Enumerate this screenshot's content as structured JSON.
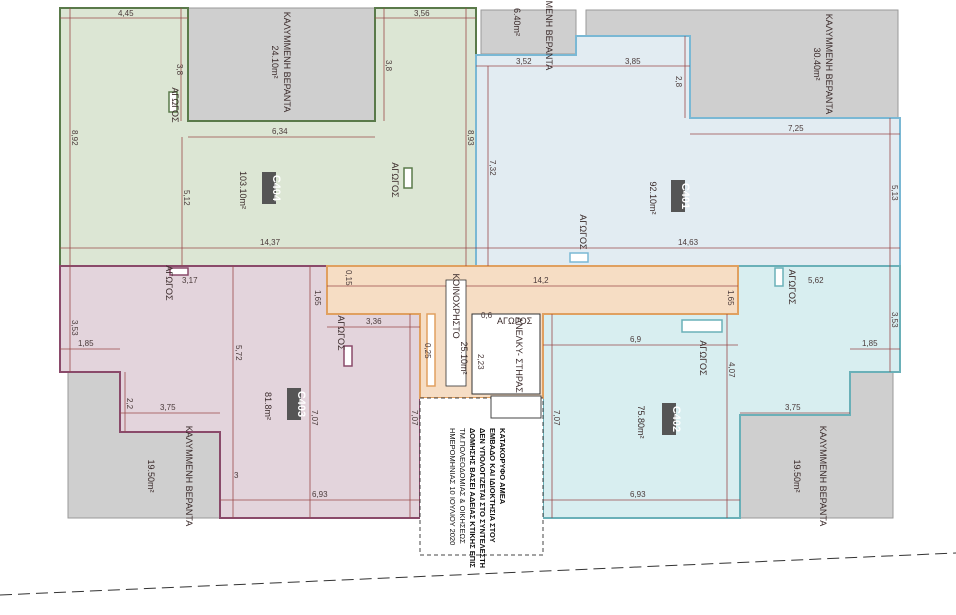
{
  "colors": {
    "veranda_fill": "#cfcfcf",
    "c404_fill": "#dce6d4",
    "c404_stroke": "#5a7a4a",
    "c401_fill": "#e2ecf2",
    "c401_stroke": "#7ab8d4",
    "c403_fill": "#e3d4dc",
    "c403_stroke": "#8a4a6a",
    "c402_fill": "#d8eef0",
    "c402_stroke": "#6ab0b8",
    "common_fill": "#f6ddc4",
    "common_stroke": "#e0a060",
    "dim_line": "#9a4a4a",
    "code_badge": "#555555"
  },
  "units": {
    "c404": {
      "code": "C404",
      "area": "103.10m²"
    },
    "c401": {
      "code": "C401",
      "area": "92.10m²"
    },
    "c403": {
      "code": "C403",
      "area": "81.8m²"
    },
    "c402": {
      "code": "C402",
      "area": "75.80m²"
    }
  },
  "verandas": {
    "nw": {
      "title": "ΚΑΛΥΜΜΕΝΗ ΒΕΡΑΝΤΑ",
      "area": "24.10m²"
    },
    "n_small": {
      "title": "ΚΑΛΥΜΜΕΝΗ ΒΕΡΑΝΤΑ",
      "area": "6.40m²"
    },
    "ne": {
      "title": "ΚΑΛΥΜΜΕΝΗ ΒΕΡΑΝΤΑ",
      "area": "30.40m²"
    },
    "sw": {
      "title": "ΚΑΛΥΜΜΕΝΗ ΒΕΡΑΝΤΑ",
      "area": "19.50m²"
    },
    "se": {
      "title": "ΚΑΛΥΜΜΕΝΗ ΒΕΡΑΝΤΑ",
      "area": "19.50m²"
    }
  },
  "common": {
    "title": "ΚΟΙΝΟΧΡΗΣΤΟ",
    "area": "25.10m²"
  },
  "shafts": {
    "label": "ΑΓΩΓΟΣ"
  },
  "elevator": {
    "label": "ΑΝΕΛΚΥ- ΣΤΗΡΑΣ"
  },
  "stair_note": {
    "line1": "ΚΑΤΑΚΟΡΥΦΟ ΑΜΕΑ",
    "line2": "ΕΜΒΑΔΟ ΚΑΙ ΙΔΙΟΚΤΗΣΙΑ ΣΤΟΥ",
    "line3": "ΔΕΝ ΥΠΟΛΟΓΙΖΕΤΑΙ ΣΤΟ ΣΥΝΤΕΛΕΣΤΗ",
    "line4": "ΔΟΜΗΣΗΣ ΒΑΣΕΙ ΑΔΕΙΑΣ ΚΤΙΚΗΣ ΕΠΙΣ",
    "line5": "ΤΜ.ΠΟΛΕΟΔΟΜΙΑΣ & ΟΙΚΗΣΕΩΣ",
    "line6": "ΗΜΕΡΟΜΗΝΙΑΣ 10 ΙΟΥΛΙΟΥ 2020"
  },
  "dims": {
    "d445": "4,45",
    "d356": "3,56",
    "d352": "3,52",
    "d385": "3,85",
    "d38a": "3,8",
    "d38b": "3,8",
    "d28": "2,8",
    "d634": "6,34",
    "d725": "7,25",
    "d892": "8,92",
    "d893": "8,93",
    "d512": "5,12",
    "d732": "7,32",
    "d513": "5,13",
    "d1437": "14,37",
    "d1463": "14,63",
    "d142": "14,2",
    "d317": "3,17",
    "d562": "5,62",
    "d165a": "1,65",
    "d165b": "1,65",
    "d015": "0,15",
    "d353a": "3,53",
    "d353b": "3,53",
    "d185a": "1,85",
    "d185b": "1,85",
    "d572": "5,72",
    "d336": "3,36",
    "d025": "0,25",
    "d06": "0,6",
    "d223": "2,23",
    "d69": "6,9",
    "d407": "4,07",
    "d22": "2,2",
    "d375a": "3,75",
    "d375b": "3,75",
    "d707a": "7,07",
    "d707b": "7,07",
    "d707c": "7,07",
    "d3": "3",
    "d693a": "6,93",
    "d693b": "6,93"
  }
}
